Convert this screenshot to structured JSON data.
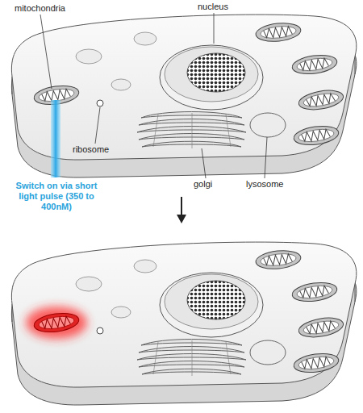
{
  "diagram": {
    "labels": [
      "mitochondria",
      "nucleus",
      "ribosome",
      "golgi",
      "lysosome",
      "Switch on via short light pulse (350 to 400nM)"
    ]
  }
}
